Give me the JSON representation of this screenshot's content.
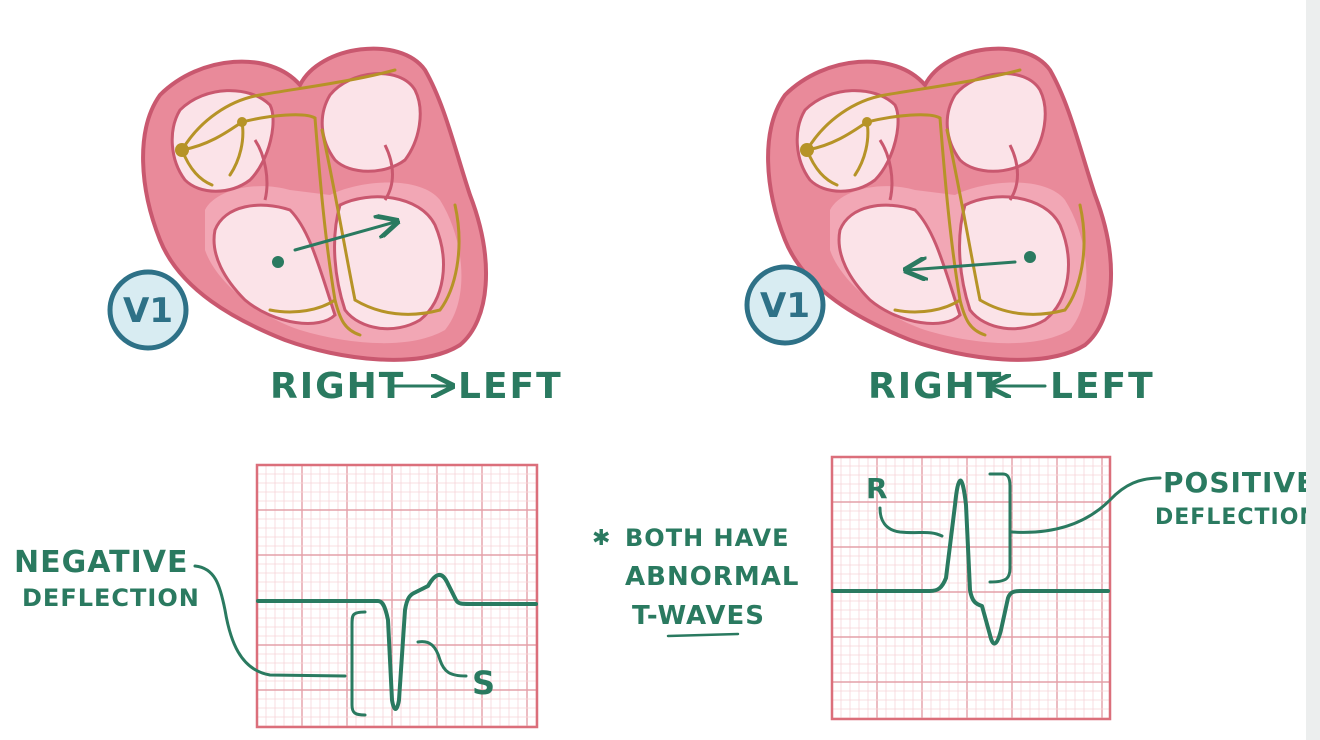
{
  "colors": {
    "ink": "#2a7a60",
    "heart_outer": "#e98a9a",
    "heart_wall": "#f2a7b5",
    "heart_inner": "#fbe3e8",
    "heart_stroke": "#c9586f",
    "conduction": "#b69327",
    "grid_major": "#e4a0a8",
    "grid_minor": "#f6d5d9",
    "grid_border": "#db6f7b",
    "lead_badge_fill": "#d8ecf2",
    "lead_badge_stroke": "#2e7187"
  },
  "left_panel": {
    "lead_label": "V1",
    "direction": {
      "from": "RIGHT",
      "to": "LEFT",
      "arrow": "→"
    },
    "annotation_main": "NEGATIVE",
    "annotation_sub": "DEFLECTION",
    "wave_label": "S"
  },
  "right_panel": {
    "lead_label": "V1",
    "direction": {
      "from": "RIGHT",
      "to": "LEFT",
      "arrow": "←"
    },
    "annotation_main": "POSITIVE",
    "annotation_sub": "DEFLECTION",
    "wave_label": "R"
  },
  "center_note": {
    "star": "✱",
    "line1": "BOTH HAVE",
    "line2": "ABNORMAL",
    "line3": "T-WAVES"
  },
  "icons": {
    "heart_left": "heart-diagram-icon",
    "heart_right": "heart-diagram-icon",
    "direction_arrow": "arrow-icon",
    "lead_badge": "lead-badge-icon"
  }
}
